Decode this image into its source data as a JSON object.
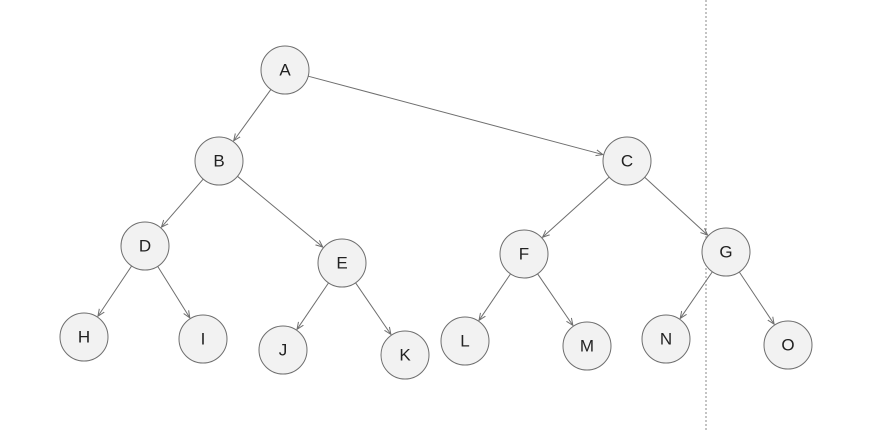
{
  "nodes": [
    {
      "id": "A",
      "label": "A"
    },
    {
      "id": "B",
      "label": "B"
    },
    {
      "id": "C",
      "label": "C"
    },
    {
      "id": "D",
      "label": "D"
    },
    {
      "id": "E",
      "label": "E"
    },
    {
      "id": "F",
      "label": "F"
    },
    {
      "id": "G",
      "label": "G"
    },
    {
      "id": "H",
      "label": "H"
    },
    {
      "id": "I",
      "label": "I"
    },
    {
      "id": "J",
      "label": "J"
    },
    {
      "id": "K",
      "label": "K"
    },
    {
      "id": "L",
      "label": "L"
    },
    {
      "id": "M",
      "label": "M"
    },
    {
      "id": "N",
      "label": "N"
    },
    {
      "id": "O",
      "label": "O"
    }
  ],
  "edges": [
    {
      "from": "A",
      "to": "B"
    },
    {
      "from": "A",
      "to": "C"
    },
    {
      "from": "B",
      "to": "D"
    },
    {
      "from": "B",
      "to": "E"
    },
    {
      "from": "C",
      "to": "F"
    },
    {
      "from": "C",
      "to": "G"
    },
    {
      "from": "D",
      "to": "H"
    },
    {
      "from": "D",
      "to": "I"
    },
    {
      "from": "E",
      "to": "J"
    },
    {
      "from": "E",
      "to": "K"
    },
    {
      "from": "F",
      "to": "L"
    },
    {
      "from": "F",
      "to": "M"
    },
    {
      "from": "G",
      "to": "N"
    },
    {
      "from": "G",
      "to": "O"
    }
  ],
  "colors": {
    "node_fill": "#f2f2f2",
    "node_stroke": "#6e6e6e",
    "edge": "#6e6e6e",
    "text": "#222222",
    "divider": "#8a8a8a"
  }
}
